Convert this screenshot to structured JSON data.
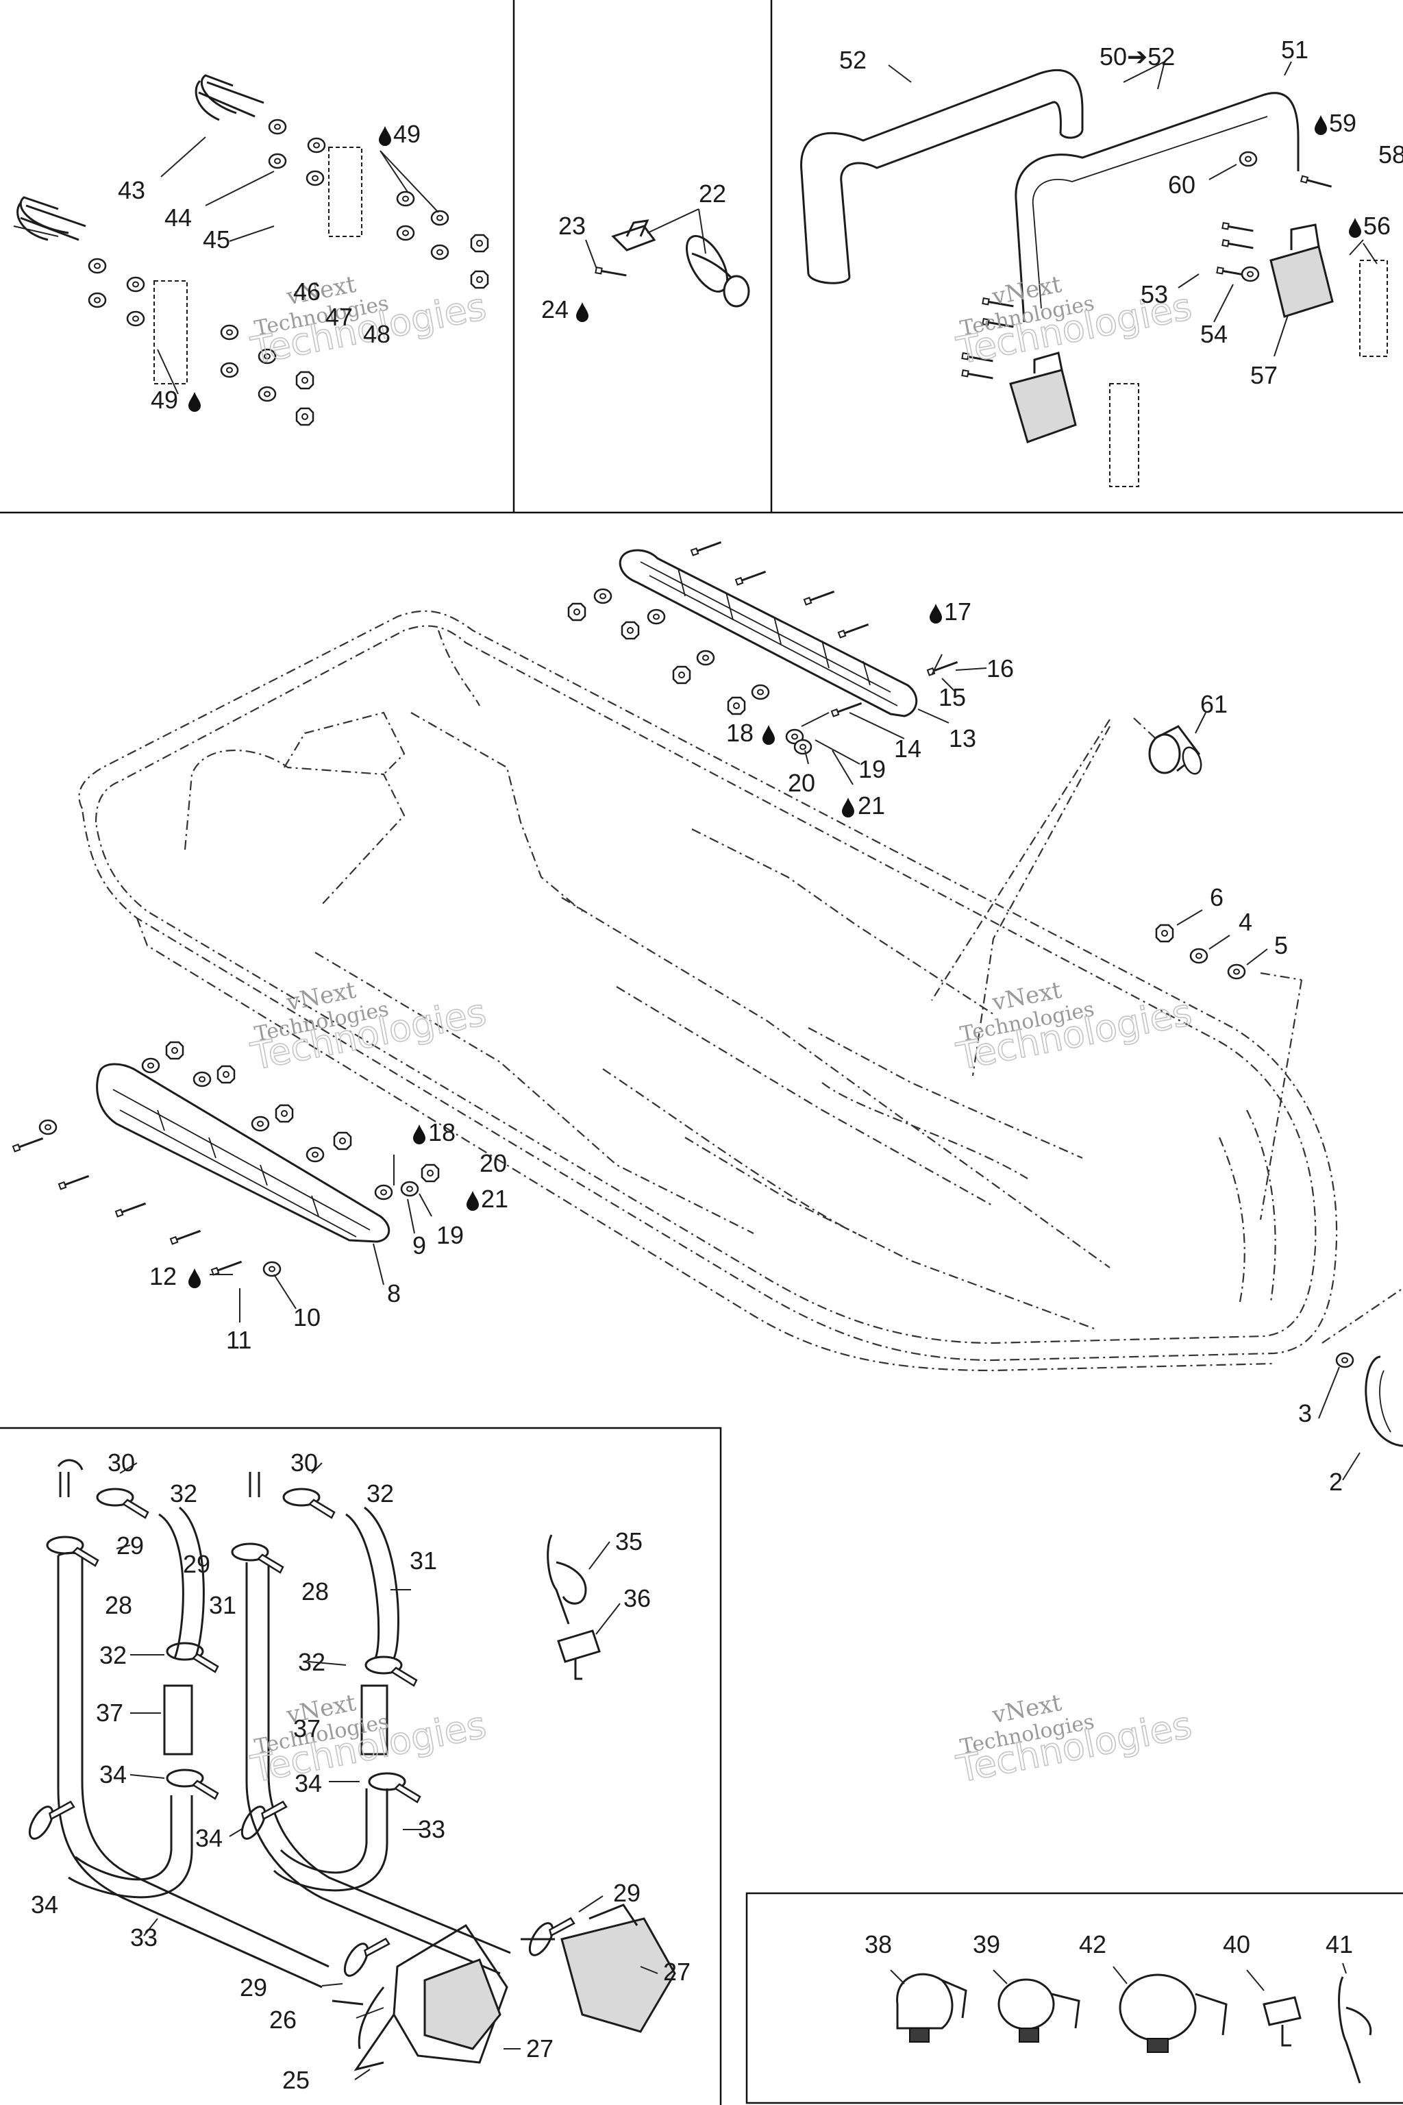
{
  "labels": {
    "l2": "2",
    "l3": "3",
    "l4": "4",
    "l5": "5",
    "l6": "6",
    "l8": "8",
    "l9": "9",
    "l10": "10",
    "l11": "11",
    "l12": "12",
    "l13": "13",
    "l14": "14",
    "l15": "15",
    "l16": "16",
    "l17": "17",
    "l18a": "18",
    "l18b": "18",
    "l19a": "19",
    "l19b": "19",
    "l20a": "20",
    "l20b": "20",
    "l21a": "21",
    "l21b": "21",
    "l22": "22",
    "l23": "23",
    "l24": "24",
    "l25": "25",
    "l26": "26",
    "l27a": "27",
    "l27b": "27",
    "l28a": "28",
    "l28b": "28",
    "l29a": "29",
    "l29b": "29",
    "l29c": "29",
    "l29d": "29",
    "l30a": "30",
    "l30b": "30",
    "l31a": "31",
    "l31b": "31",
    "l32a": "32",
    "l32b": "32",
    "l32c": "32",
    "l32d": "32",
    "l33a": "33",
    "l33b": "33",
    "l34a": "34",
    "l34b": "34",
    "l34c": "34",
    "l34d": "34",
    "l35": "35",
    "l36": "36",
    "l37a": "37",
    "l37b": "37",
    "l38": "38",
    "l39": "39",
    "l40": "40",
    "l41": "41",
    "l42": "42",
    "l43": "43",
    "l44": "44",
    "l45": "45",
    "l46": "46",
    "l47": "47",
    "l49a": "49",
    "l49b": "49",
    "l50": "50➔52",
    "l51": "51",
    "l52": "52",
    "l53": "53",
    "l54": "54",
    "l56": "56",
    "l57": "57",
    "l58": "58",
    "l59": "59",
    "l60": "60",
    "l61": "61"
  },
  "watermark": {
    "line1": "vNext",
    "line2": "Technologies",
    "outline": "Technologies"
  }
}
